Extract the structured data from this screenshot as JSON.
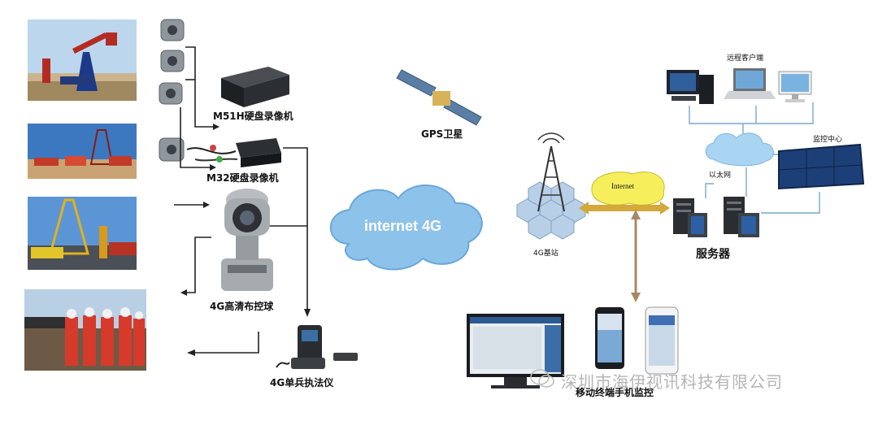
{
  "devices": {
    "m51h_label": "M51H硬盘录像机",
    "m32_label": "M32硬盘录像机",
    "ptz_label": "4G高清布控球",
    "handheld_label": "4G单兵执法仪"
  },
  "network": {
    "cloud_label": "internet 4G",
    "gps_label": "GPS卫星",
    "base_station_label": "4G基站",
    "internet_label": "Internet",
    "ethernet_label": "以太网",
    "server_label": "服务器",
    "remote_client_label": "远程客户端",
    "monitor_center_label": "监控中心",
    "mobile_label": "移动终端手机监控"
  },
  "watermark": {
    "text": "深圳市海伊视讯科技有限公司"
  }
}
